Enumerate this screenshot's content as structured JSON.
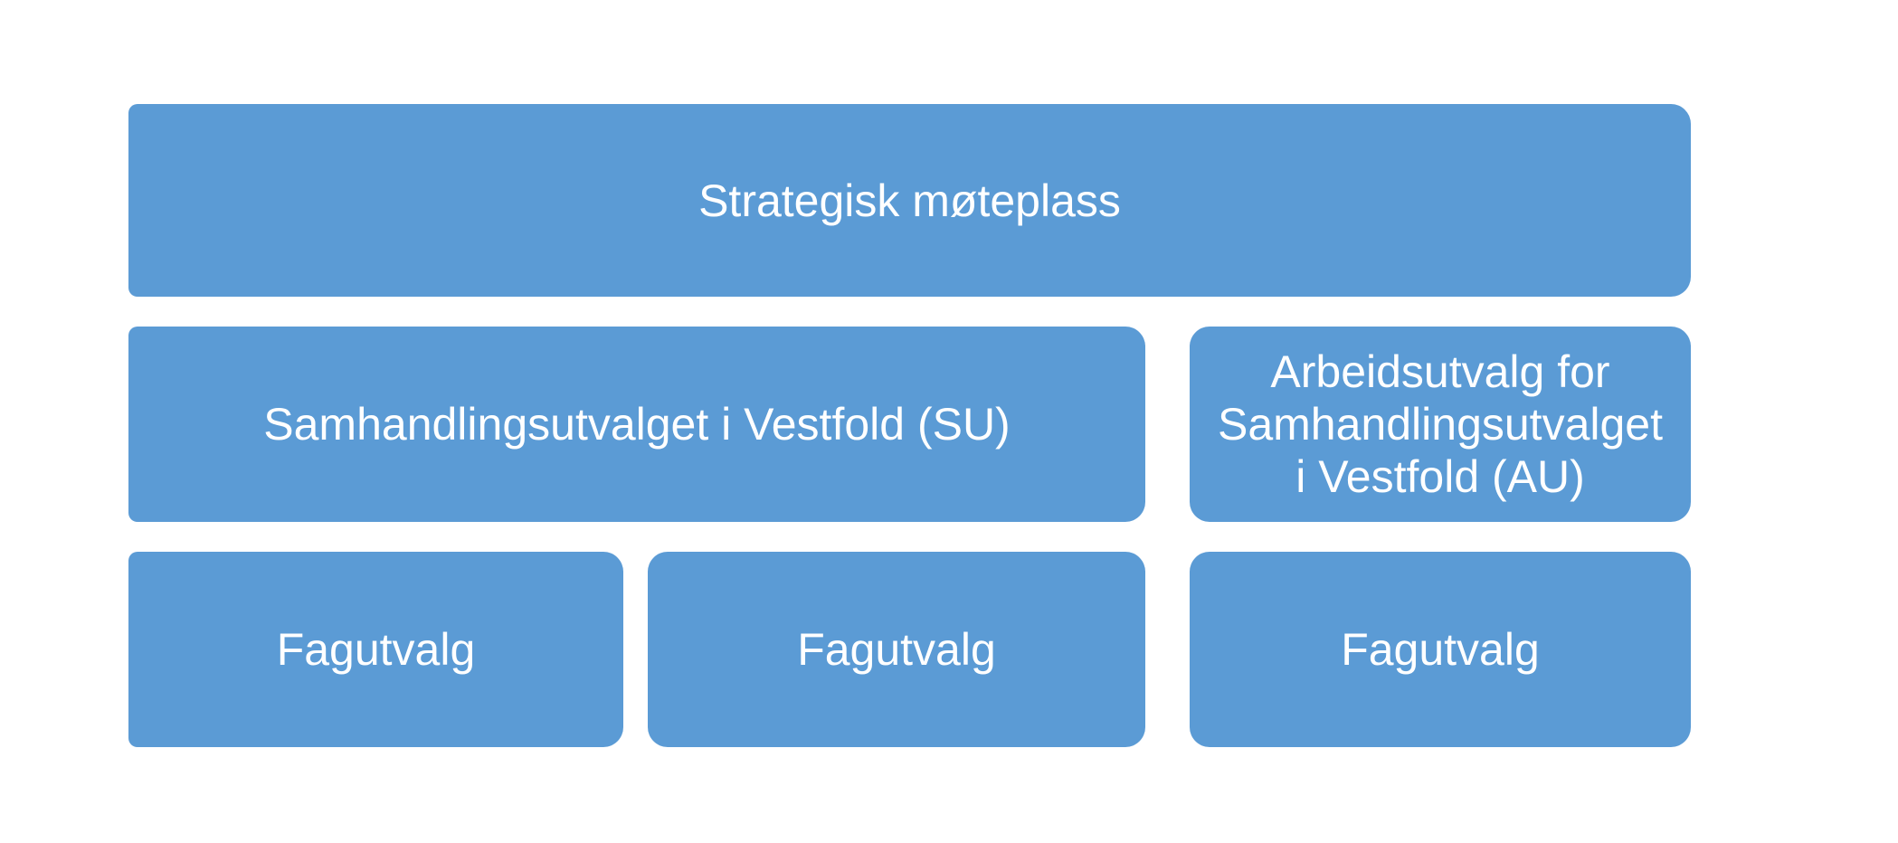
{
  "colors": {
    "block_fill": "#5b9bd5",
    "block_text": "#ffffff",
    "background": "#ffffff"
  },
  "diagram": {
    "top": {
      "label": "Strategisk møteplass"
    },
    "middle": {
      "left": {
        "label": "Samhandlingsutvalget i Vestfold (SU)"
      },
      "right": {
        "label": "Arbeidsutvalg for Samhandlingsutvalget i Vestfold (AU)"
      }
    },
    "bottom": [
      {
        "label": "Fagutvalg"
      },
      {
        "label": "Fagutvalg"
      },
      {
        "label": "Fagutvalg"
      }
    ]
  }
}
